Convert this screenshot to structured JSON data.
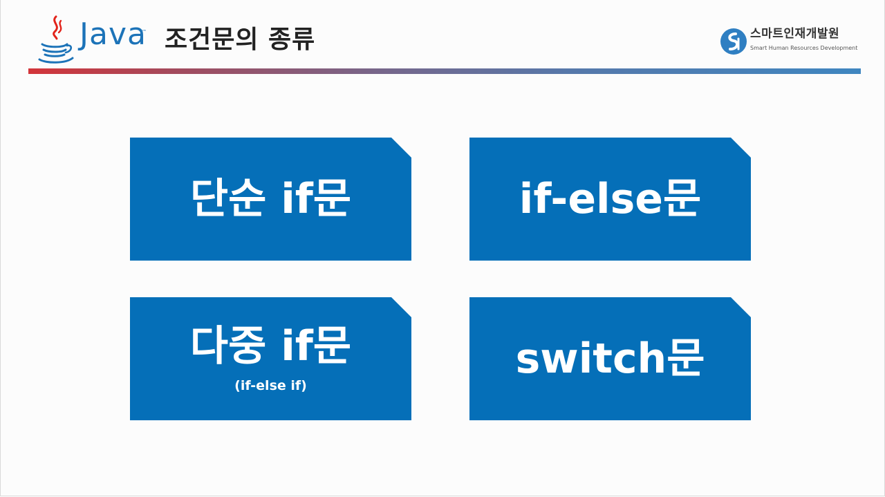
{
  "header": {
    "logo_text": "Java",
    "logo_tm": "™",
    "title": "조건문의 종류",
    "brand": {
      "name": "스마트인재개발원",
      "tagline": "Smart Human Resources Development",
      "mark": "SH"
    },
    "colors": {
      "java_blue": "#1c73b8",
      "java_red": "#e2231a",
      "bar_start": "#d3353a",
      "bar_end": "#3f86c0"
    }
  },
  "cards": [
    {
      "title": "단순 if문",
      "subtitle": ""
    },
    {
      "title": "if-else문",
      "subtitle": ""
    },
    {
      "title": "다중 if문",
      "subtitle": "(if-else if)"
    },
    {
      "title": "switch문",
      "subtitle": ""
    }
  ],
  "card_color": "#056fb8"
}
